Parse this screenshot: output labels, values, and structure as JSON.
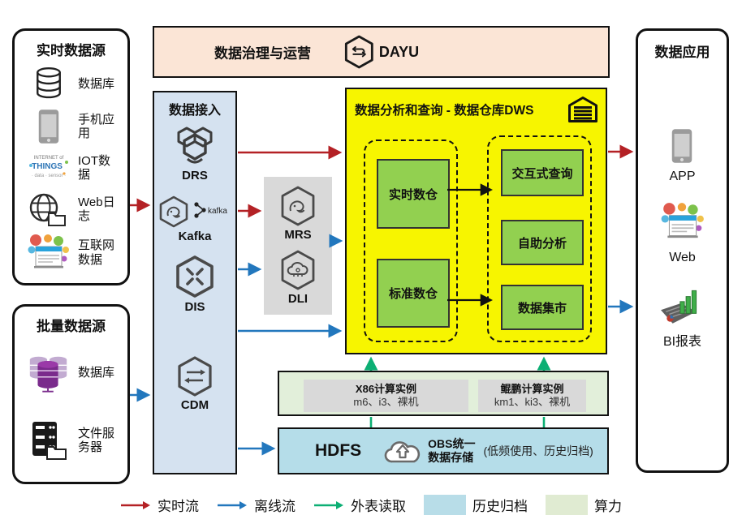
{
  "governance": {
    "title": "数据治理与运营",
    "product": "DAYU"
  },
  "realtime_sources": {
    "title": "实时数据源",
    "items": [
      {
        "label": "数据库",
        "icon": "database-icon"
      },
      {
        "label": "手机应用",
        "icon": "phone-icon"
      },
      {
        "label": "IOT数据",
        "icon": "iot-wordcloud-icon"
      },
      {
        "label": "Web日志",
        "icon": "globe-folder-icon"
      },
      {
        "label": "互联网数据",
        "icon": "internet-collage-icon"
      }
    ]
  },
  "batch_sources": {
    "title": "批量数据源",
    "items": [
      {
        "label": "数据库",
        "icon": "purple-database-icon"
      },
      {
        "label": "文件服务器",
        "icon": "file-server-icon"
      }
    ]
  },
  "ingestion": {
    "title": "数据接入",
    "items": [
      {
        "label": "DRS"
      },
      {
        "label": "Kafka",
        "badge": "kafka"
      },
      {
        "label": "DIS"
      },
      {
        "label": "CDM"
      }
    ]
  },
  "processing": {
    "items": [
      {
        "label": "MRS"
      },
      {
        "label": "DLI"
      }
    ]
  },
  "dws": {
    "title": "数据分析和查询 - 数据仓库DWS",
    "warehouses": [
      {
        "label": "实时数仓"
      },
      {
        "label": "标准数仓"
      }
    ],
    "services": [
      {
        "label": "交互式查询"
      },
      {
        "label": "自助分析"
      },
      {
        "label": "数据集市"
      }
    ]
  },
  "compute": {
    "instances": [
      {
        "title": "X86计算实例",
        "spec": "m6、i3、裸机"
      },
      {
        "title": "鲲鹏计算实例",
        "spec": "km1、ki3、裸机"
      }
    ]
  },
  "storage": {
    "hdfs": "HDFS",
    "obs_line1": "OBS统一",
    "obs_line2": "数据存储",
    "note": "(低频使用、历史归档)"
  },
  "applications": {
    "title": "数据应用",
    "items": [
      {
        "label": "APP"
      },
      {
        "label": "Web"
      },
      {
        "label": "BI报表"
      }
    ]
  },
  "legend": {
    "items": [
      {
        "label": "实时流",
        "type": "arrow",
        "color": "#B42125"
      },
      {
        "label": "离线流",
        "type": "arrow",
        "color": "#2277BD"
      },
      {
        "label": "外表读取",
        "type": "arrow",
        "color": "#0CAF74"
      },
      {
        "label": "历史归档",
        "type": "swatch",
        "color": "#B8DDE8"
      },
      {
        "label": "算力",
        "type": "swatch",
        "color": "#E0EBD2"
      }
    ]
  },
  "colors": {
    "realtime_flow": "#B42125",
    "offline_flow": "#2277BD",
    "external_read": "#0CAF74",
    "dws_bg": "#F7F500",
    "warehouse_green": "#92D050",
    "ingestion_bg": "#D5E2F0",
    "governance_bg": "#FBE5D6",
    "processing_bg": "#D9D9D9",
    "compute_bg": "#E2EFDA",
    "storage_bg": "#B5DDE9"
  }
}
